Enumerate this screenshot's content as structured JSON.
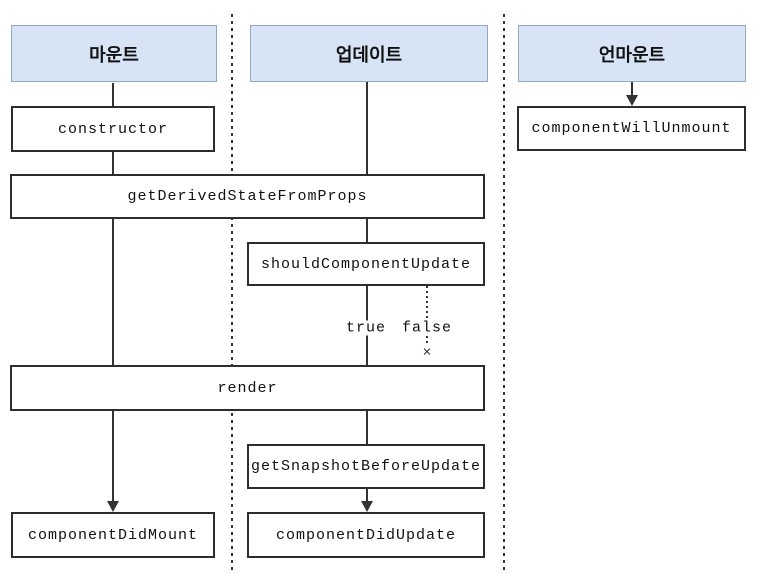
{
  "columns": [
    {
      "id": "mount",
      "header": "마운트"
    },
    {
      "id": "update",
      "header": "업데이트"
    },
    {
      "id": "unmount",
      "header": "언마운트"
    }
  ],
  "nodes": {
    "constructor": "constructor",
    "get_derived_state_from_props": "getDerivedStateFromProps",
    "should_component_update": "shouldComponentUpdate",
    "render": "render",
    "get_snapshot_before_update": "getSnapshotBeforeUpdate",
    "component_did_mount": "componentDidMount",
    "component_did_update": "componentDidUpdate",
    "component_will_unmount": "componentWillUnmount"
  },
  "branch": {
    "true_label": "true",
    "false_label": "false",
    "false_terminal": "×"
  },
  "colors": {
    "header_fill": "#d7e4f6",
    "header_border": "#8ea8c6",
    "box_border": "#2d2d2d",
    "line": "#333333",
    "text": "#111111",
    "background": "#ffffff"
  }
}
